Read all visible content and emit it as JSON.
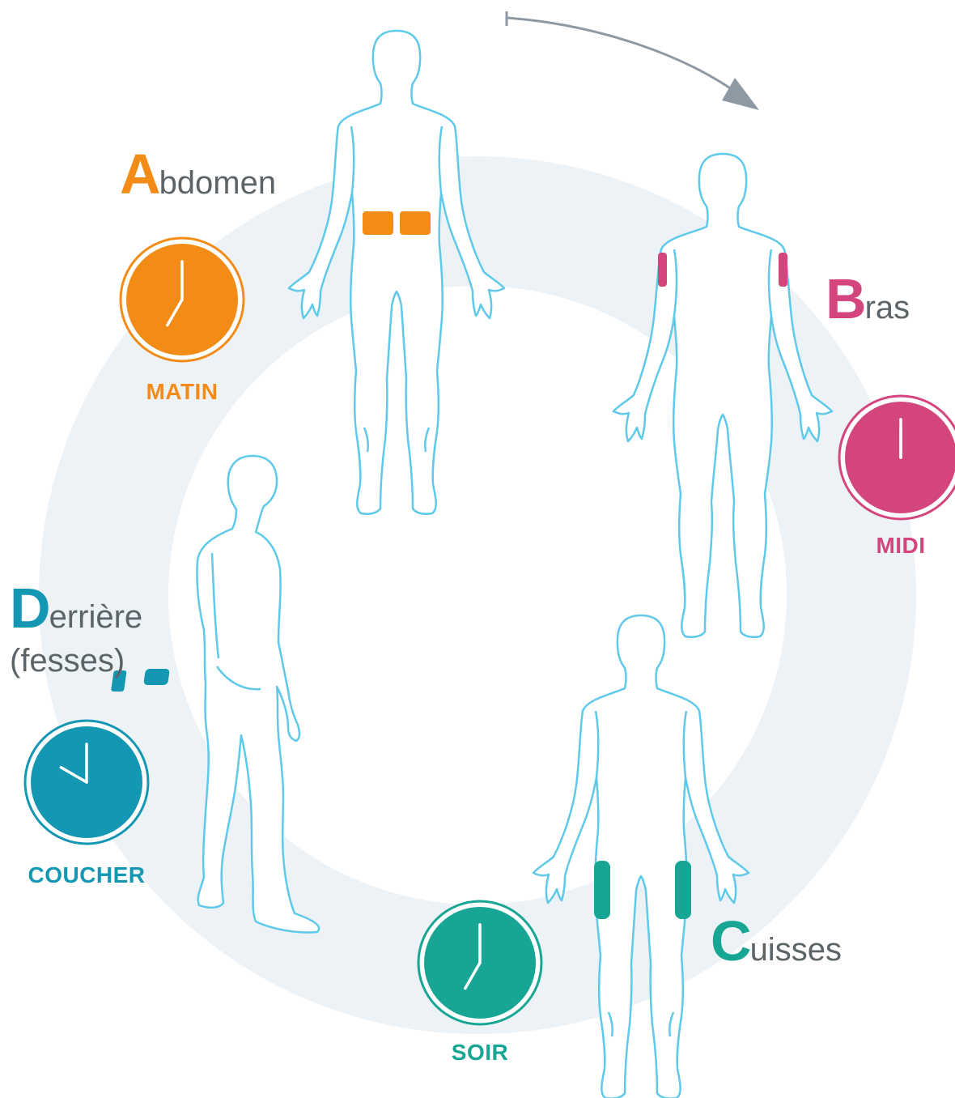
{
  "colors": {
    "ring": "#edf2f7",
    "body_outline": "#5fc9e9",
    "arrow": "#8e99a4",
    "clock_face": "#ffffff"
  },
  "sites": [
    {
      "id": "abdomen",
      "initial": "A",
      "rest": "bdomen",
      "sub": "",
      "time": "MATIN",
      "color": "#f28c17",
      "clock_time": "7:00"
    },
    {
      "id": "bras",
      "initial": "B",
      "rest": "ras",
      "sub": "",
      "time": "MIDI",
      "color": "#d5457d",
      "clock_time": "12:00"
    },
    {
      "id": "cuisses",
      "initial": "C",
      "rest": "uisses",
      "sub": "",
      "time": "SOIR",
      "color": "#17a693",
      "clock_time": "7:00"
    },
    {
      "id": "derriere",
      "initial": "D",
      "rest": "errière",
      "sub": "(fesses)",
      "time": "COUCHER",
      "color": "#1497b2",
      "clock_time": "10:00"
    }
  ],
  "icons": {
    "rotation_arrow": "curved-arrow-icon",
    "clock": "clock-icon",
    "figure": "human-figure-icon"
  }
}
